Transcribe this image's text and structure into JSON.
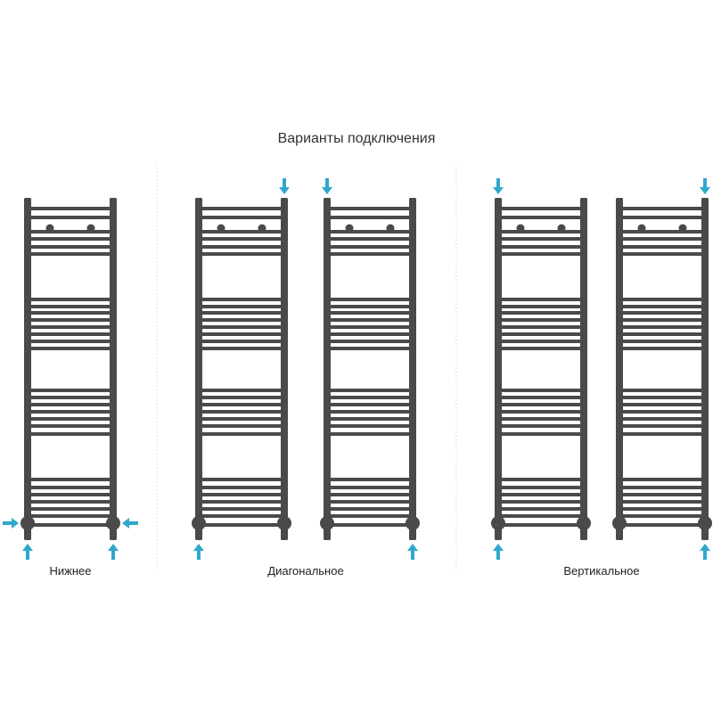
{
  "title": "Варианты подключения",
  "colors": {
    "radiator": "#4a4a4a",
    "arrow": "#2fa8cc",
    "divider": "#c8c8c8",
    "text": "#222222"
  },
  "groups": [
    {
      "label": "Нижнее",
      "radiators": [
        {
          "arrows": [
            {
              "position": "bottom-left",
              "direction": "up"
            },
            {
              "position": "bottom-right",
              "direction": "up"
            },
            {
              "position": "bottom-left",
              "direction": "right"
            },
            {
              "position": "bottom-right",
              "direction": "left"
            }
          ]
        }
      ]
    },
    {
      "label": "Диагональное",
      "radiators": [
        {
          "arrows": [
            {
              "position": "top-right",
              "direction": "down"
            },
            {
              "position": "bottom-left",
              "direction": "up"
            }
          ]
        },
        {
          "arrows": [
            {
              "position": "top-left",
              "direction": "down"
            },
            {
              "position": "bottom-right",
              "direction": "up"
            }
          ]
        }
      ]
    },
    {
      "label": "Вертикальное",
      "radiators": [
        {
          "arrows": [
            {
              "position": "top-left",
              "direction": "down"
            },
            {
              "position": "bottom-left",
              "direction": "up"
            }
          ]
        },
        {
          "arrows": [
            {
              "position": "top-right",
              "direction": "down"
            },
            {
              "position": "bottom-right",
              "direction": "up"
            }
          ]
        }
      ]
    }
  ]
}
